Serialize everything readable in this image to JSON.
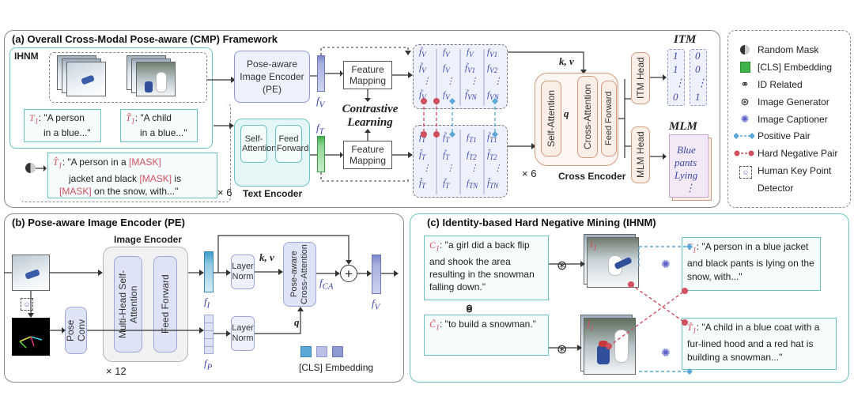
{
  "panel_a": {
    "title": "(a) Overall Cross-Modal Pose-aware (CMP) Framework",
    "ihnm_label": "IHNM",
    "caption_t1_sym": "T",
    "caption_t1_sub": "1",
    "caption_t1_text_l1": ": \"A person",
    "caption_t1_text_l2": "in a blue...\"",
    "caption_t1h_text_l1": ": \"A child",
    "caption_t1h_text_l2": "in a blue...\"",
    "masked_l1_a": ": \"A person in a ",
    "masked_l1_b": "[MASK]",
    "masked_l2_a": "jacket and black ",
    "masked_l2_b": "[MASK]",
    "masked_l2_c": " is",
    "masked_l3_a": "[MASK]",
    "masked_l3_b": " on the snow, with...\"",
    "pe_box_l1": "Pose-aware",
    "pe_box_l2": "Image Encoder",
    "pe_box_l3": "(PE)",
    "fv": "f",
    "fv_sub": "V",
    "ft": "f",
    "ft_sub": "T",
    "feature_mapping_1": "Feature Mapping",
    "feature_mapping_2": "Feature Mapping",
    "contrastive": "Contrastive Learning",
    "self_attention_text": "Self-Attention",
    "feed_forward_text": "Feed Forward",
    "text_encoder_label": "Text Encoder",
    "times6_text": "× 6",
    "kv_label": "k, v",
    "q_label": "q",
    "cross_self": "Self-Attention",
    "cross_cross": "Cross-Attention",
    "cross_ff": "Feed Forward",
    "cross_encoder_label": "Cross Encoder",
    "times6_cross": "× 6",
    "itm_head": "ITM Head",
    "mlm_head": "MLM Head",
    "itm_title": "ITM",
    "mlm_title": "MLM",
    "itm_col1": [
      "1",
      "1",
      "⋮",
      "0"
    ],
    "itm_col2": [
      "0",
      "0",
      "⋮",
      "1"
    ],
    "mlm_words": [
      "Blue",
      "pants",
      "Lying",
      "⋮"
    ]
  },
  "legend": {
    "items": [
      {
        "icon": "random-mask-icon",
        "label": "Random Mask"
      },
      {
        "icon": "cls-embedding-icon",
        "label": "[CLS] Embedding"
      },
      {
        "icon": "id-related-icon",
        "label": "ID Related"
      },
      {
        "icon": "image-generator-icon",
        "label": "Image Generator"
      },
      {
        "icon": "image-captioner-icon",
        "label": "Image Captioner"
      },
      {
        "icon": "positive-pair-icon",
        "label": "Positive Pair"
      },
      {
        "icon": "hard-negative-pair-icon",
        "label": "Hard Negative Pair"
      },
      {
        "icon": "keypoint-detector-icon",
        "label": "Human Key Point"
      },
      {
        "icon": "",
        "label": "Detector"
      }
    ]
  },
  "panel_b": {
    "title": "(b) Pose-aware Image Encoder (PE)",
    "image_encoder_label": "Image Encoder",
    "mhsa": "Multi-Head Self-Attention",
    "ff": "Feed Forward",
    "times12": "× 12",
    "pose_conv": "Pose Conv",
    "layer_norm_1": "Layer Norm",
    "layer_norm_2": "Layer Norm",
    "pose_cross": "Pose-aware Cross-Attention",
    "kv": "k, v",
    "q": "q",
    "f_i": "f",
    "f_i_sub": "I",
    "f_p": "f",
    "f_p_sub": "P",
    "f_ca": "f",
    "f_ca_sub": "CA",
    "f_v": "f",
    "f_v_sub": "V",
    "cls_legend": "[CLS] Embedding"
  },
  "panel_c": {
    "title": "(c) Identity-based Hard Negative Mining (IHNM)",
    "c1_sym": "C",
    "c1_sub": "1",
    "c1_text": ": \"a girl did a back flip and shook the area resulting in the snowman falling down.\"",
    "c1h_text": ": \"to build a snowman.\"",
    "t1_sym": "T",
    "t1_sub": "1",
    "t1_text": ": \"A person in a blue jacket and black pants is lying on the snow, with...\"",
    "t1h_text": ": \"A child in a blue coat with a fur-lined hood and a red hat is building a snowman...\"",
    "i1_sym": "I",
    "i1_sub": "1"
  },
  "colors": {
    "blue_block": "#eef1fb",
    "orange_block": "#fbeee7",
    "teal_block": "#e4f6f6",
    "positive": "#5ba8d8",
    "negative": "#d0505e",
    "cls_green": "#3fb24a"
  }
}
